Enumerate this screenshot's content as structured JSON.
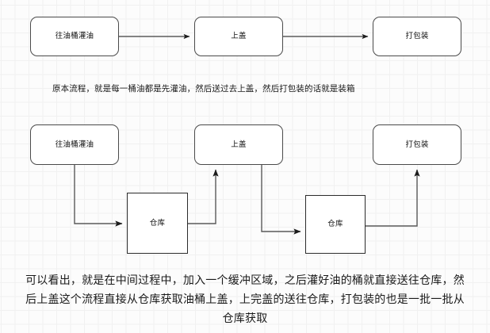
{
  "diagram": {
    "title_row1": "原本流程",
    "row1": {
      "nodes": [
        {
          "id": "fill-oil-1",
          "label": "往油桶灌油"
        },
        {
          "id": "cap-1",
          "label": "上盖"
        },
        {
          "id": "pack-1",
          "label": "打包装"
        }
      ],
      "arrows": [
        {
          "from": "fill-oil-1",
          "to": "cap-1"
        },
        {
          "from": "cap-1",
          "to": "pack-1"
        }
      ]
    },
    "row2": {
      "nodes": [
        {
          "id": "fill-oil-2",
          "label": "往油桶灌油"
        },
        {
          "id": "cap-2",
          "label": "上盖"
        },
        {
          "id": "pack-2",
          "label": "打包装"
        },
        {
          "id": "warehouse-1",
          "label": "仓库"
        },
        {
          "id": "warehouse-2",
          "label": "仓库"
        }
      ],
      "arrows": [
        {
          "from": "fill-oil-2",
          "to": "warehouse-1"
        },
        {
          "from": "warehouse-1",
          "to": "cap-2"
        },
        {
          "from": "cap-2",
          "to": "warehouse-2"
        },
        {
          "from": "warehouse-2",
          "to": "pack-2"
        }
      ]
    },
    "captions": {
      "top": "原本流程，就是每一桶油都是先灌油，然后送过去上盖，然后打包装的话就是装箱",
      "bottom": "可以看出，就是在中间过程中，加入一个缓冲区域，之后灌好油的桶就直接送往仓库，然后上盖这个流程直接从仓库获取油桶上盖，上完盖的送往仓库，打包装的也是一批一批从仓库获取"
    },
    "colors": {
      "background": "#fcfcfc",
      "grid_minor": "#f1f1f1",
      "grid_major": "#e8e8e8",
      "node_border": "#4a4a4a",
      "node_fill": "#ffffff",
      "connector": "#5a5a5a",
      "text": "#111111"
    }
  }
}
